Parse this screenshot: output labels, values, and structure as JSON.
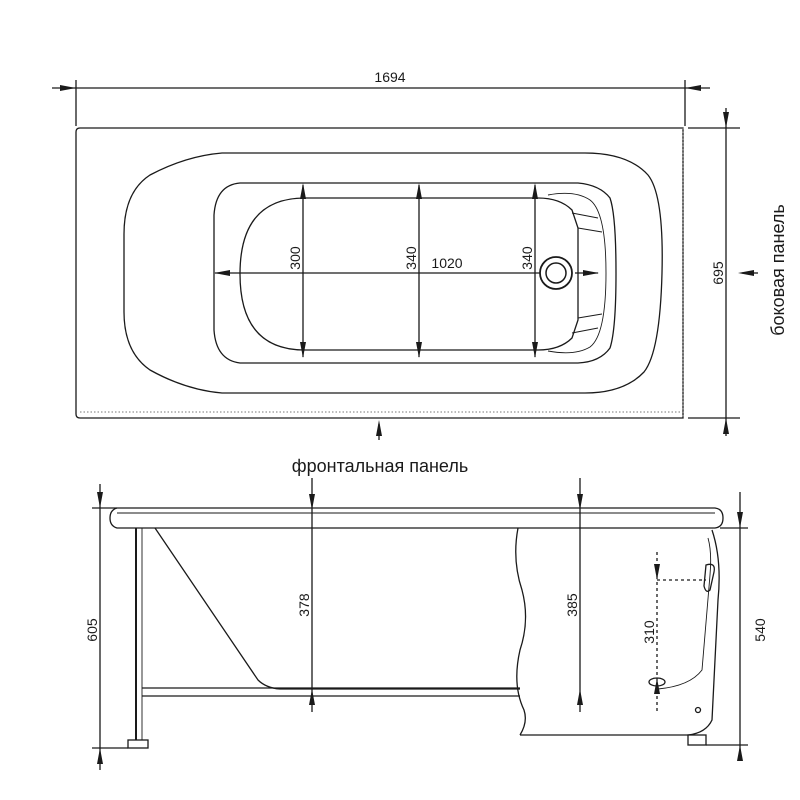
{
  "top_view": {
    "length": "1694",
    "width": "695",
    "inner_width_head": "300",
    "inner_width_middle": "340",
    "inner_length": "1020",
    "inner_width_foot": "340"
  },
  "side_view": {
    "total_height": "605",
    "depth_middle": "378",
    "depth_deep": "385",
    "overflow_height": "310",
    "side_height": "540"
  },
  "labels": {
    "front_panel": "фронтальная панель",
    "side_panel": "боковая панель"
  }
}
